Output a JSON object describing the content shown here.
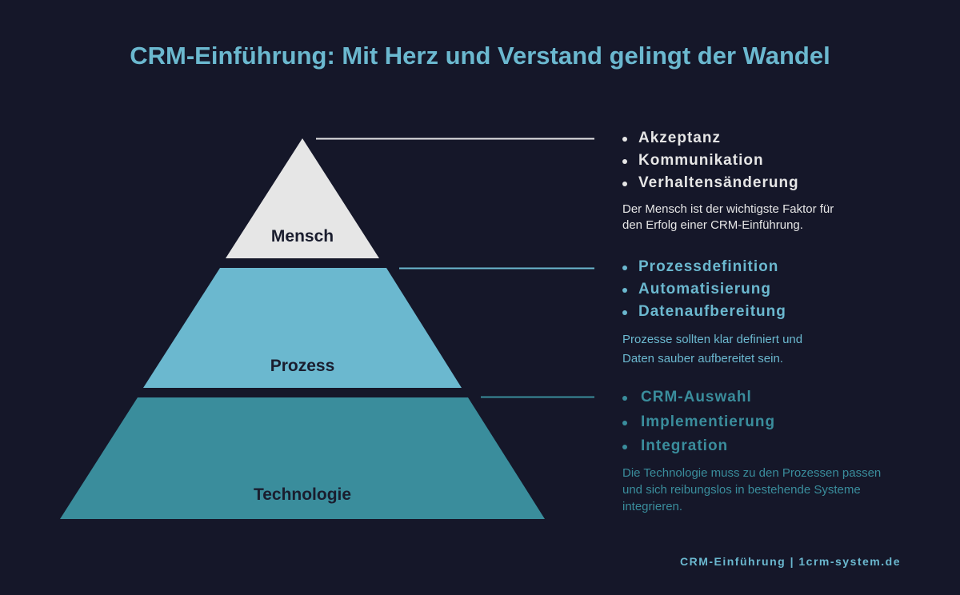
{
  "title": "CRM-Einführung: Mit Herz und Verstand gelingt der Wandel",
  "colors": {
    "background": "#151729",
    "mensch": "#e6e6e6",
    "prozess": "#6bb8cf",
    "technologie": "#3a8d9c"
  },
  "pyramid": {
    "levels": [
      {
        "label": "Mensch"
      },
      {
        "label": "Prozess"
      },
      {
        "label": "Technologie"
      }
    ]
  },
  "sections": [
    {
      "bullets": [
        "Akzeptanz",
        "Kommunikation",
        "Verhaltensänderung"
      ],
      "description": [
        "Der Mensch ist der wichtigste Faktor für",
        "den Erfolg einer CRM-Einführung."
      ]
    },
    {
      "bullets": [
        "Prozessdefinition",
        "Automatisierung",
        "Datenaufbereitung"
      ],
      "description": [
        "Prozesse sollten klar definiert und",
        "Daten sauber aufbereitet sein."
      ]
    },
    {
      "bullets": [
        "CRM-Auswahl",
        "Implementierung",
        "Integration"
      ],
      "description": [
        "Die Technologie muss zu den Prozessen passen",
        "und sich reibungslos in bestehende Systeme",
        "integrieren."
      ]
    }
  ],
  "footer": "CRM-Einführung | 1crm-system.de"
}
